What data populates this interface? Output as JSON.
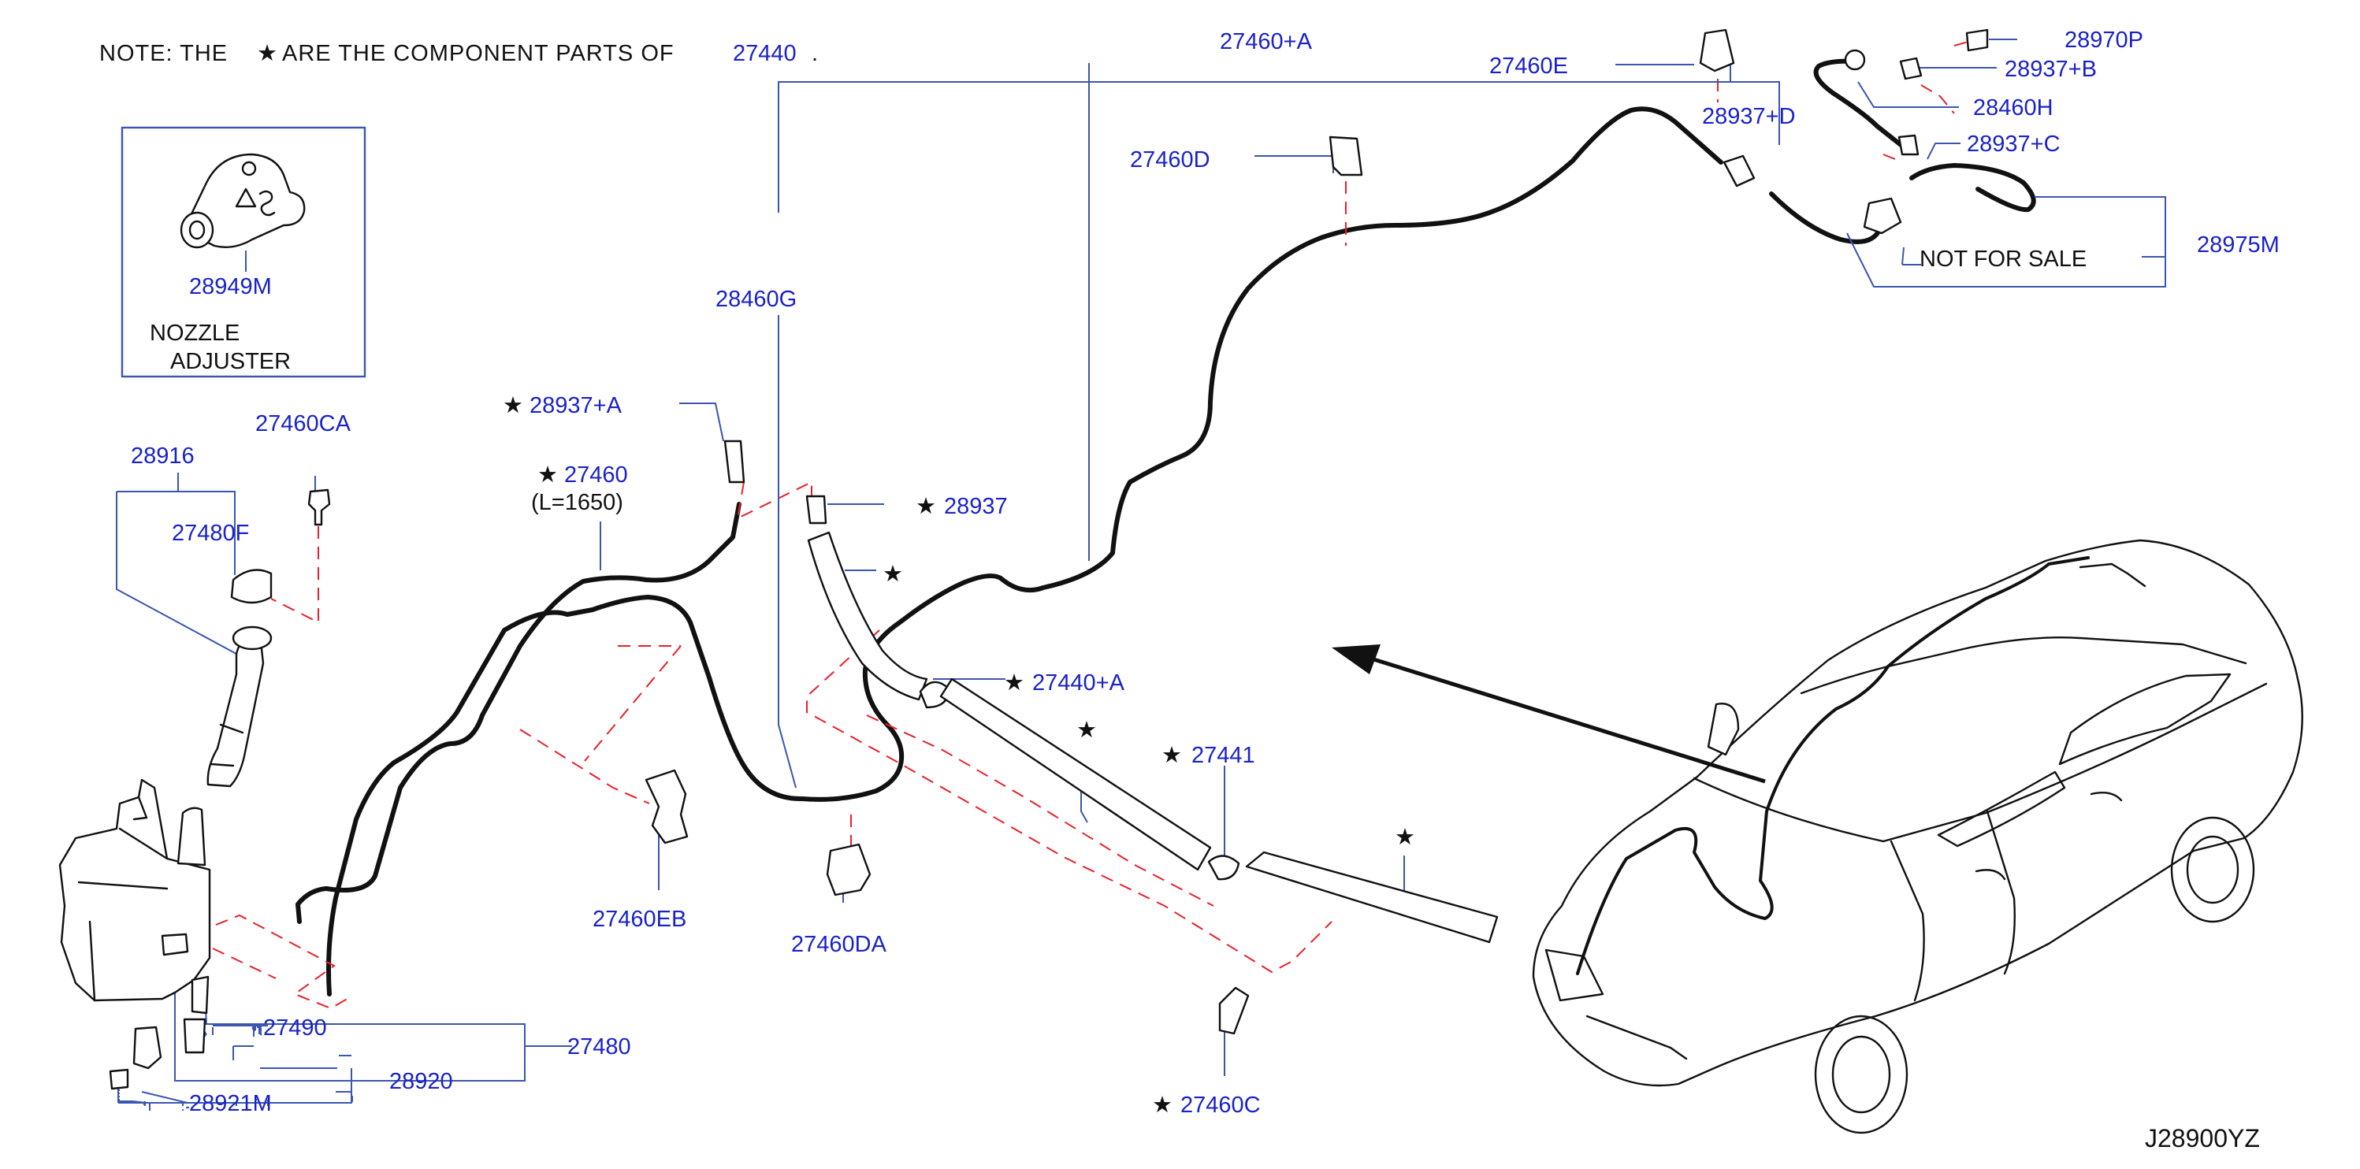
{
  "diagram": {
    "note": {
      "prefix": "NOTE:  THE",
      "star": "★",
      "middle": "ARE  THE  COMPONENT  PARTS  OF",
      "part": "27440",
      "suffix": "."
    },
    "inset": {
      "part": "28949M",
      "line1": "NOZZLE",
      "line2": "ADJUSTER"
    },
    "not_for_sale": "NOT  FOR  SALE",
    "hose_length": "(L=1650)",
    "drawing_id": "J28900YZ",
    "star_symbol": "★",
    "labels": {
      "p27460_plus_a": "27460+A",
      "p27460e": "27460E",
      "p28970p": "28970P",
      "p28937_plus_b": "28937+B",
      "p28937_plus_d": "28937+D",
      "p28460h": "28460H",
      "p28937_plus_c": "28937+C",
      "p28975m": "28975M",
      "p27460d": "27460D",
      "p28460g": "28460G",
      "p27460ca": "27460CA",
      "p28916": "28916",
      "p27480f": "27480F",
      "p28937_plus_a": "28937+A",
      "p27460": "27460",
      "p28937": "28937",
      "p27440_plus_a": "27440+A",
      "p27441": "27441",
      "p27460eb": "27460EB",
      "p27460da": "27460DA",
      "p27460c": "27460C",
      "p27490": "27490",
      "p27480": "27480",
      "p28920": "28920",
      "p28921m": "28921M"
    }
  }
}
